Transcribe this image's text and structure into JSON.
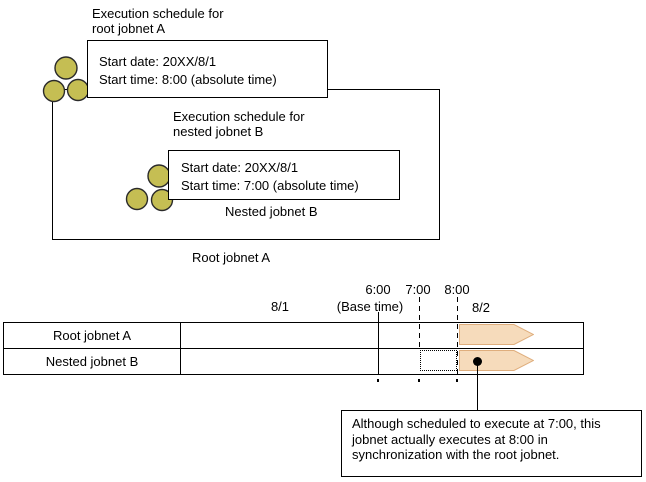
{
  "colors": {
    "icon_fill": "#C5BE53",
    "icon_stroke": "#2a2a2a",
    "arrow_fill": "#F6DBBB",
    "arrow_stroke": "#DFAE7D"
  },
  "schedules": {
    "root": {
      "caption": "Execution schedule for\nroot jobnet A",
      "start_date": "Start date: 20XX/8/1",
      "start_time": "Start time: 8:00 (absolute time)"
    },
    "nested": {
      "caption": "Execution schedule for\nnested jobnet B",
      "start_date": "Start date: 20XX/8/1",
      "start_time": "Start time: 7:00 (absolute time)"
    }
  },
  "labels": {
    "nested_jobnet": "Nested jobnet B",
    "root_jobnet": "Root jobnet A"
  },
  "timeline": {
    "time_ticks": [
      "6:00",
      "7:00",
      "8:00"
    ],
    "base_time": "(Base time)",
    "dates": [
      "8/1",
      "8/2"
    ],
    "rows": [
      {
        "label": "Root jobnet A"
      },
      {
        "label": "Nested jobnet B"
      }
    ],
    "callout": "Although scheduled to execute at 7:00, this\njobnet actually executes at 8:00 in\nsynchronization with the root jobnet."
  }
}
